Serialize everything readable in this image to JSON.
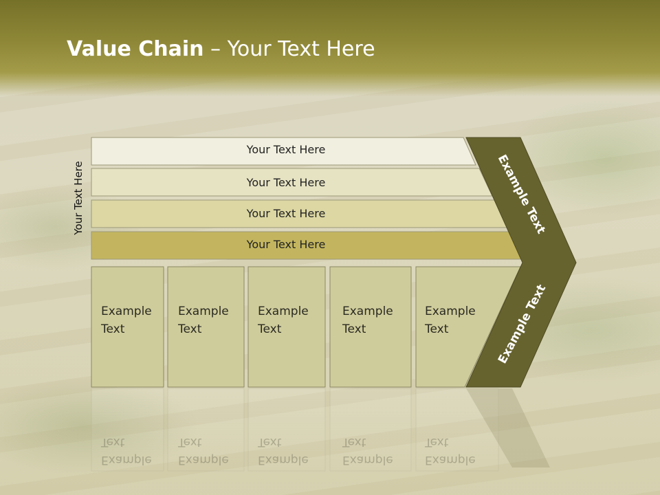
{
  "title": {
    "bold": "Value Chain",
    "rest": " – Your Text Here"
  },
  "side_label": "Your Text Here",
  "bars": [
    {
      "label": "Your Text Here",
      "color": "#f1efdf"
    },
    {
      "label": "Your Text Here",
      "color": "#e6e3c3"
    },
    {
      "label": "Your Text Here",
      "color": "#dcd7a3"
    },
    {
      "label": "Your Text Here",
      "color": "#c3b55f"
    }
  ],
  "columns": [
    {
      "line1": "Example",
      "line2": "Text"
    },
    {
      "line1": "Example",
      "line2": "Text"
    },
    {
      "line1": "Example",
      "line2": "Text"
    },
    {
      "line1": "Example",
      "line2": "Text"
    },
    {
      "line1": "Example",
      "line2": "Text"
    }
  ],
  "chevron": {
    "top_label": "Example Text",
    "bottom_label": "Example Text",
    "color": "#67632f"
  },
  "colors": {
    "title_band": "#8f8838",
    "column_fill": "#cfcc9c",
    "column_border": "#8b8865"
  }
}
